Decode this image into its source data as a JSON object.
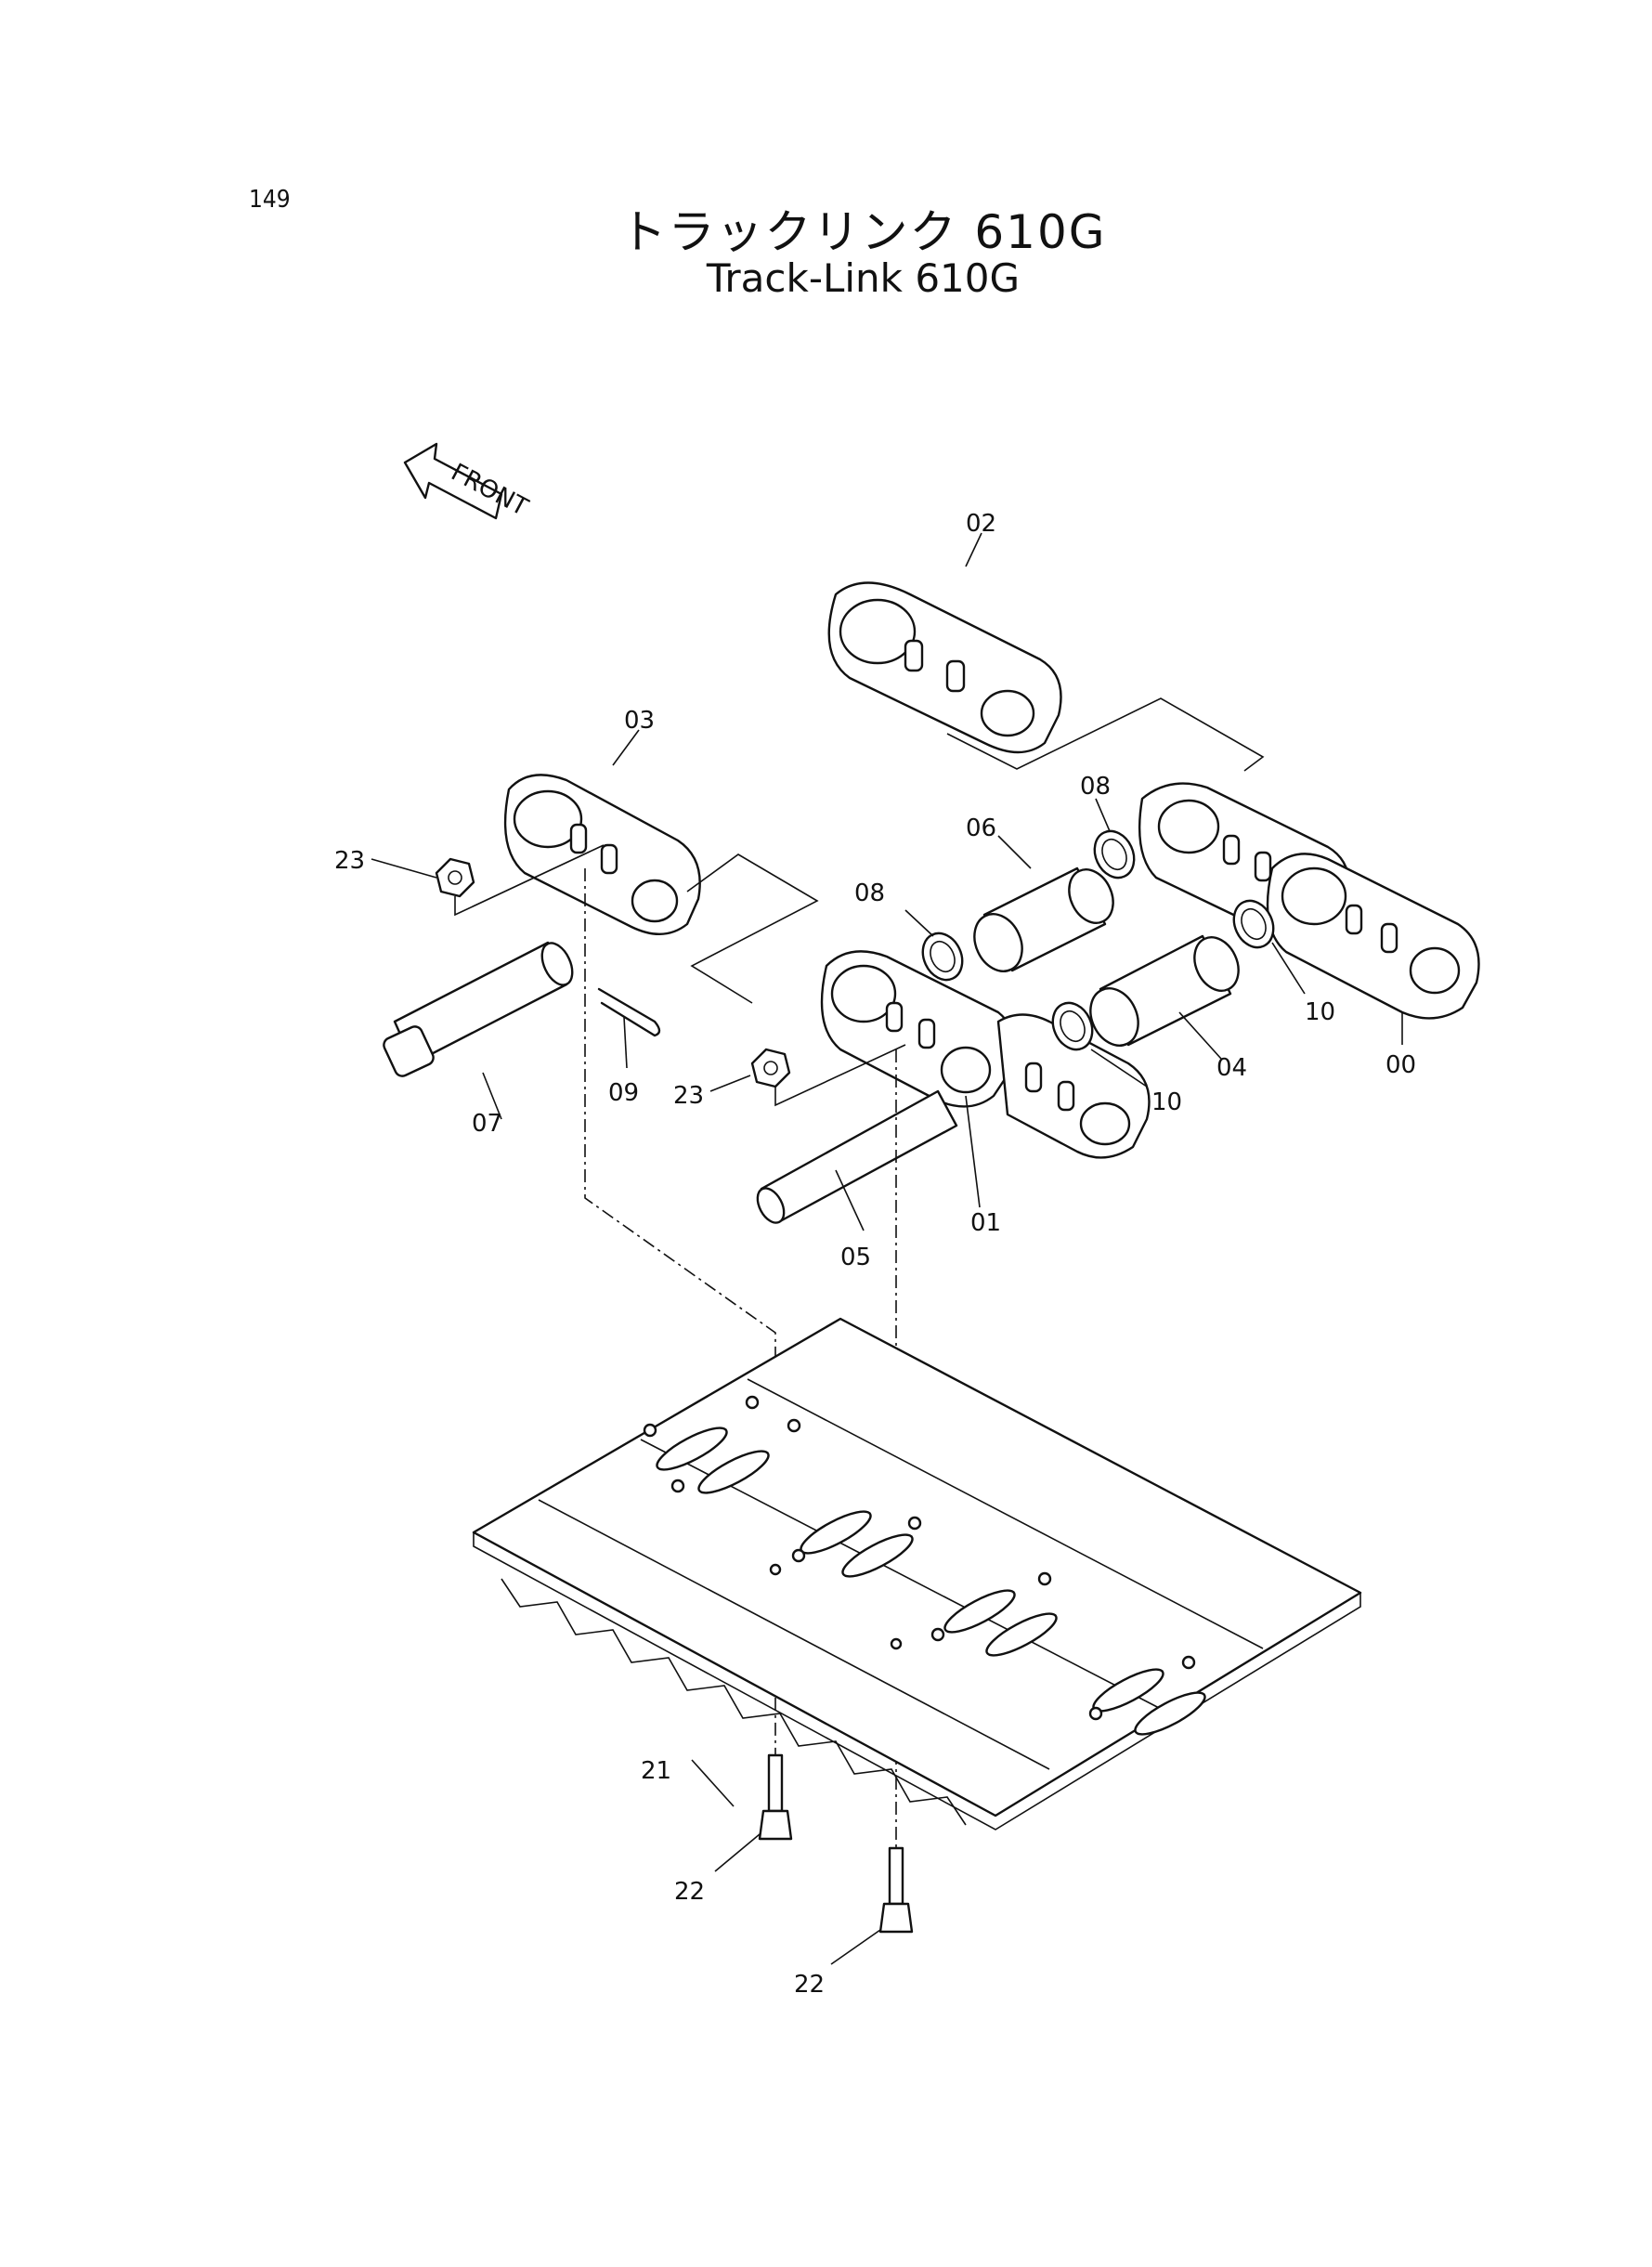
{
  "page_number": "149",
  "title_jp": "トラックリンク 610G",
  "title_en": "Track-Link 610G",
  "front_label": "FRONT",
  "callouts": {
    "c00": "00",
    "c01": "01",
    "c02": "02",
    "c03": "03",
    "c04": "04",
    "c05": "05",
    "c06": "06",
    "c07": "07",
    "c08a": "08",
    "c08b": "08",
    "c09": "09",
    "c10a": "10",
    "c10b": "10",
    "c21": "21",
    "c22a": "22",
    "c22b": "22",
    "c23a": "23",
    "c23b": "23"
  }
}
